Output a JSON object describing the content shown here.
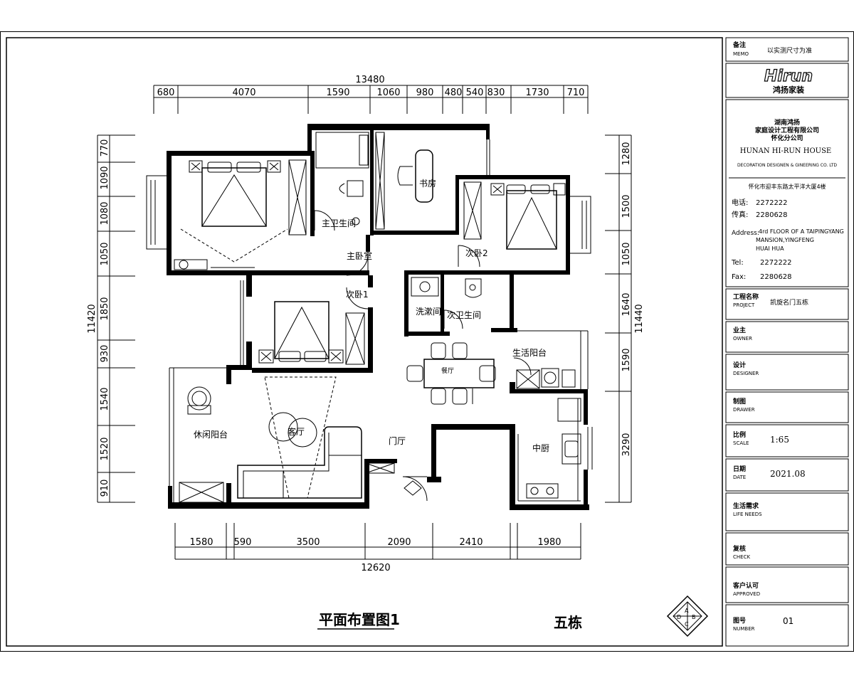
{
  "title_block": {
    "memo": {
      "cn": "备注",
      "en": "MEMO",
      "value": "以实测尺寸为准"
    },
    "logo": {
      "mark": "Hirun",
      "cn": "鸿扬家装"
    },
    "company": {
      "cn_line1": "湖南鸿扬",
      "cn_line2": "家庭设计工程有限公司",
      "cn_line3": "怀化分公司",
      "en_name": "HUNAN HI-RUN HOUSE",
      "en_sub": "DECORATION DESIGNEN & GINEERING CO. LTD",
      "address_cn": "怀化市迎丰东路太平洋大厦4楼",
      "phone_label": "电话:",
      "phone": "2272222",
      "fax_label_cn": "传真:",
      "fax_cn": "2280628",
      "address_label": "Address:",
      "address_en_1": "4rd FLOOR OF A TAIPINGYANG",
      "address_en_2": "MANSION,YINGFENG",
      "address_en_3": "HUAI HUA",
      "tel_label": "Tel:",
      "tel": "2272222",
      "fax_label": "Fax:",
      "fax": "2280628"
    },
    "project": {
      "cn": "工程名称",
      "en": "PROJECT",
      "value": "凯旋名门五栋"
    },
    "owner": {
      "cn": "业主",
      "en": "OWNER"
    },
    "designer": {
      "cn": "设计",
      "en": "DESIGNER"
    },
    "drawer": {
      "cn": "制图",
      "en": "DRAWER"
    },
    "scale": {
      "cn": "比例",
      "en": "SCALE",
      "value": "1:65"
    },
    "date": {
      "cn": "日期",
      "en": "DATE",
      "value": "2021.08"
    },
    "life_needs": {
      "cn": "生活需求",
      "en": "LIFE NEEDS"
    },
    "check": {
      "cn": "复核",
      "en": "CHECK"
    },
    "approved": {
      "cn": "客户认可",
      "en": "APPROVED"
    },
    "number": {
      "cn": "图号",
      "en": "NUMBER",
      "value": "01"
    }
  },
  "drawing": {
    "title": "平面布置图1",
    "building": "五栋",
    "compass_letters": [
      "A",
      "B",
      "C",
      "D"
    ],
    "rooms": {
      "master_bath": "主卫生间",
      "master_bedroom": "主卧室",
      "study": "书房",
      "second_bedroom_2": "次卧2",
      "second_bedroom_1": "次卧1",
      "wash_room": "洗漱间",
      "second_bath": "次卫生间",
      "service_balcony": "生活阳台",
      "dining": "餐厅",
      "living": "客厅",
      "foyer": "门厅",
      "leisure_balcony": "休闲阳台",
      "kitchen": "中厨"
    },
    "dims": {
      "top_total": "13480",
      "top": [
        "680",
        "4070",
        "1590",
        "1060",
        "980",
        "480",
        "540",
        "830",
        "1730",
        "710"
      ],
      "bottom_total": "12620",
      "bottom": [
        "1580",
        "590",
        "3500",
        "2090",
        "2410",
        "1980"
      ],
      "left_total": "11420",
      "left": [
        "770",
        "1090",
        "1080",
        "1050",
        "1850",
        "930",
        "1540",
        "1520",
        "910"
      ],
      "right_total": "11440",
      "right": [
        "1280",
        "1500",
        "1050",
        "1640",
        "1590",
        "3290"
      ]
    }
  }
}
